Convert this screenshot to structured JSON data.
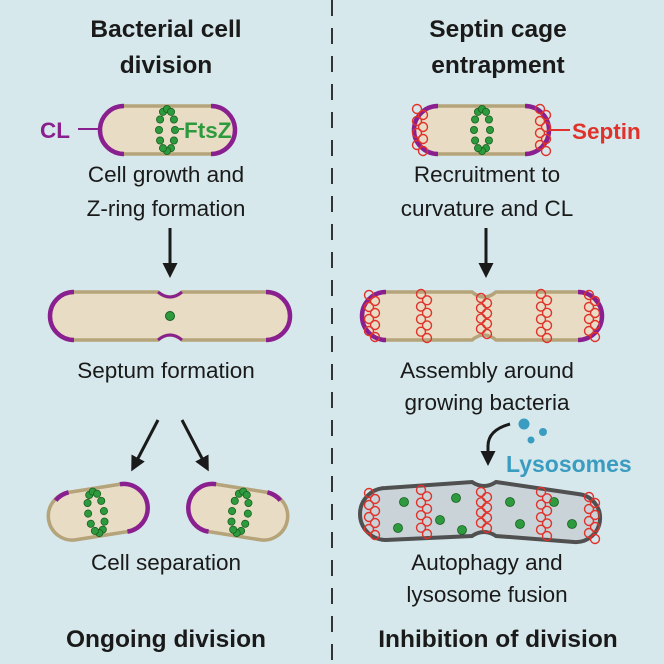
{
  "left": {
    "title_line1": "Bacterial cell",
    "title_line2": "division",
    "label_cl": "CL",
    "label_ftsz": "FtsZ",
    "step1_line1": "Cell growth and",
    "step1_line2": "Z-ring formation",
    "step2": "Septum formation",
    "step3": "Cell separation",
    "footer": "Ongoing division"
  },
  "right": {
    "title_line1": "Septin cage",
    "title_line2": "entrapment",
    "label_septin": "Septin",
    "step1_line1": "Recruitment to",
    "step1_line2": "curvature and CL",
    "step2_line1": "Assembly around",
    "step2_line2": "growing bacteria",
    "label_lysosomes": "Lysosomes",
    "step3_line1": "Autophagy and",
    "step3_line2": "lysosome fusion",
    "footer": "Inhibition of division"
  },
  "colors": {
    "background": "#d6e8ec",
    "cell_fill": "#e8dcc4",
    "cell_wall": "#b5a37a",
    "cardiolipin": "#8a1f8f",
    "ftsz": "#2e9a3e",
    "septin": "#e0322a",
    "lysosome": "#3a9cc0",
    "autophagosome": "#505050"
  }
}
